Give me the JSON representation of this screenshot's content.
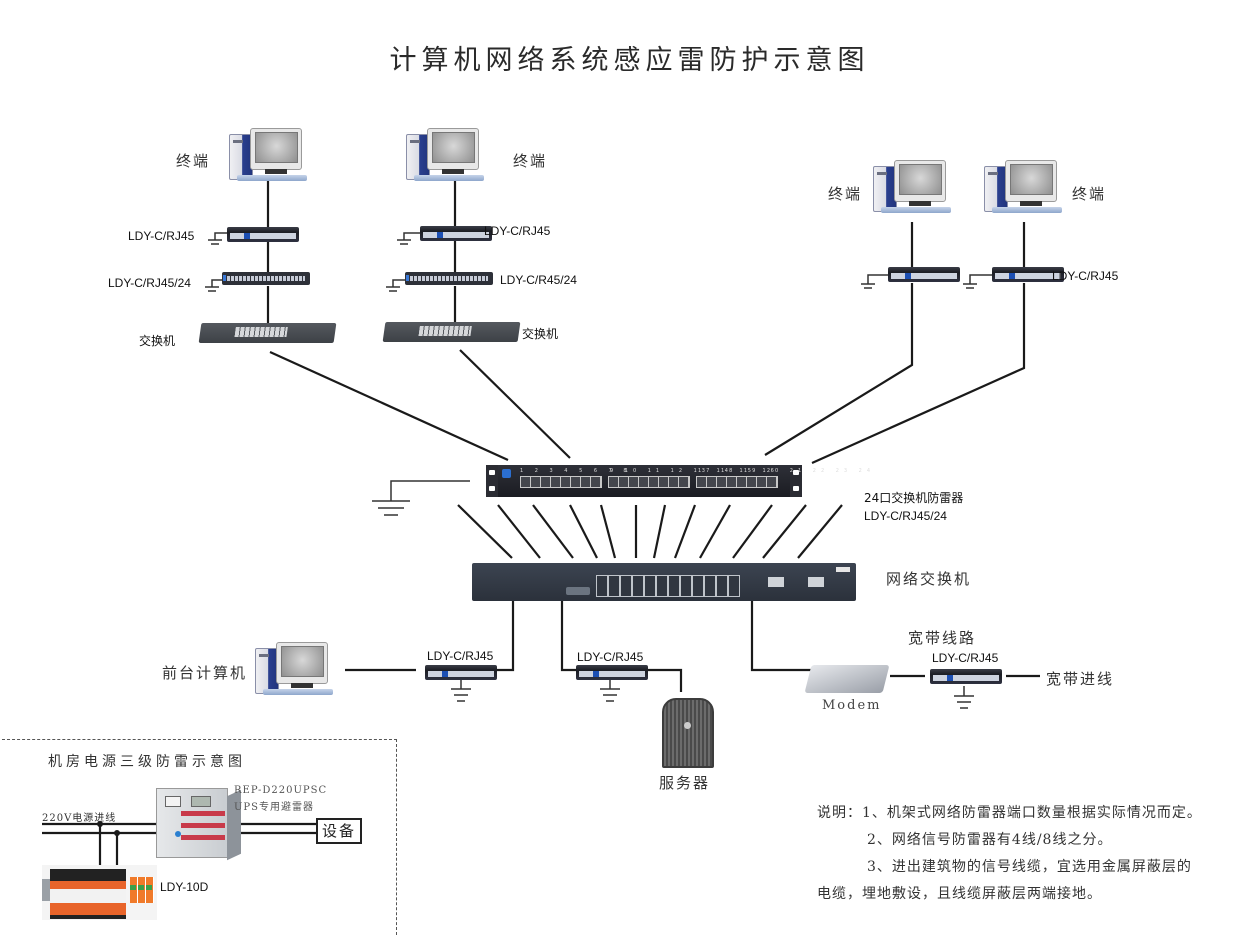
{
  "title": "计算机网络系统感应雷防护示意图",
  "branches": {
    "top_left": {
      "terminal_label": "终端",
      "protector_label": "LDY-C/RJ45",
      "rack_label": "LDY-C/RJ45/24",
      "switch_label": "交换机"
    },
    "top_middle": {
      "terminal_label": "终端",
      "protector_label": "LDY-C/RJ45",
      "rack_label": "LDY-C/R45/24",
      "switch_label": "交换机"
    },
    "top_right_a": {
      "terminal_label": "终端"
    },
    "top_right_b": {
      "terminal_label": "终端",
      "protector_label": "LDY-C/RJ45"
    }
  },
  "core": {
    "rack_protector_label": "24口交换机防雷器",
    "rack_protector_model": "LDY-C/RJ45/24",
    "rack_port_groups": [
      "1 2 3 4 5 6 7 8",
      "9 10 11 12 13 14 15 16",
      "17 18 19 20 21 22 23 24"
    ],
    "switch_label": "网络交换机"
  },
  "bottom": {
    "front_pc_label": "前台计算机",
    "front_pc_protector": "LDY-C/RJ45",
    "server_protector": "LDY-C/RJ45",
    "server_label": "服务器",
    "broadband_line_label": "宽带线路",
    "broadband_protector": "LDY-C/RJ45",
    "broadband_in_label": "宽带进线",
    "modem_label": "Modem"
  },
  "power": {
    "title": "机房电源三级防雷示意图",
    "input_label": "220V电源进线",
    "ups_model": "REP-D220UPSC",
    "ups_desc": "UPS专用避雷器",
    "device_label": "设备",
    "spd_label": "LDY-10D"
  },
  "notes": {
    "prefix": "说明：",
    "items": [
      "1、机架式网络防雷器端口数量根据实际情况而定。",
      "2、网络信号防雷器有4线/8线之分。",
      "3、进出建筑物的信号线缆，宜选用金属屏蔽层的",
      "电缆，埋地敷设，且线缆屏蔽层两端接地。"
    ]
  }
}
